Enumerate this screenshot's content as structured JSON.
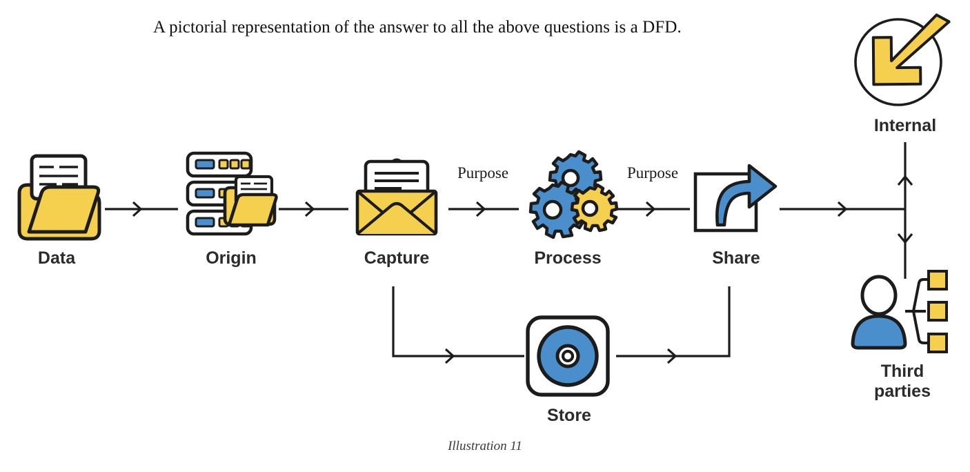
{
  "document": {
    "intro_text": "A pictorial representation of the answer to all the above questions is a DFD.",
    "caption": "Illustration 11"
  },
  "colors": {
    "yellow": "#F5D04E",
    "blue": "#4A8FCB",
    "outline": "#1C1C1C",
    "label_text": "#2B2B2B",
    "white": "#FFFFFF",
    "paper_text": "#111111"
  },
  "diagram": {
    "type": "data-flow-diagram",
    "title": "DFD",
    "nodes": [
      {
        "id": "data",
        "label": "Data",
        "icon": "folder-document-icon"
      },
      {
        "id": "origin",
        "label": "Origin",
        "icon": "server-racks-folder-icon"
      },
      {
        "id": "capture",
        "label": "Capture",
        "icon": "envelope-document-icon"
      },
      {
        "id": "process",
        "label": "Process",
        "icon": "gears-icon"
      },
      {
        "id": "share",
        "label": "Share",
        "icon": "document-share-arrow-icon"
      },
      {
        "id": "store",
        "label": "Store",
        "icon": "disc-storage-icon"
      },
      {
        "id": "internal",
        "label": "Internal",
        "icon": "circle-inward-arrow-icon"
      },
      {
        "id": "third-parties",
        "label": "Third\nparties",
        "icon": "person-network-icon"
      }
    ],
    "edges": [
      {
        "from": "data",
        "to": "origin",
        "label": ""
      },
      {
        "from": "origin",
        "to": "capture",
        "label": ""
      },
      {
        "from": "capture",
        "to": "process",
        "label": "Purpose"
      },
      {
        "from": "process",
        "to": "share",
        "label": "Purpose"
      },
      {
        "from": "share",
        "to": "recipients",
        "label": ""
      },
      {
        "from": "capture",
        "to": "store",
        "label": ""
      },
      {
        "from": "store",
        "to": "share",
        "label": ""
      },
      {
        "from": "branch",
        "to": "internal",
        "label": ""
      },
      {
        "from": "branch",
        "to": "third-parties",
        "label": ""
      }
    ],
    "edge_labels": {
      "capture_to_process": "Purpose",
      "process_to_share": "Purpose"
    }
  }
}
